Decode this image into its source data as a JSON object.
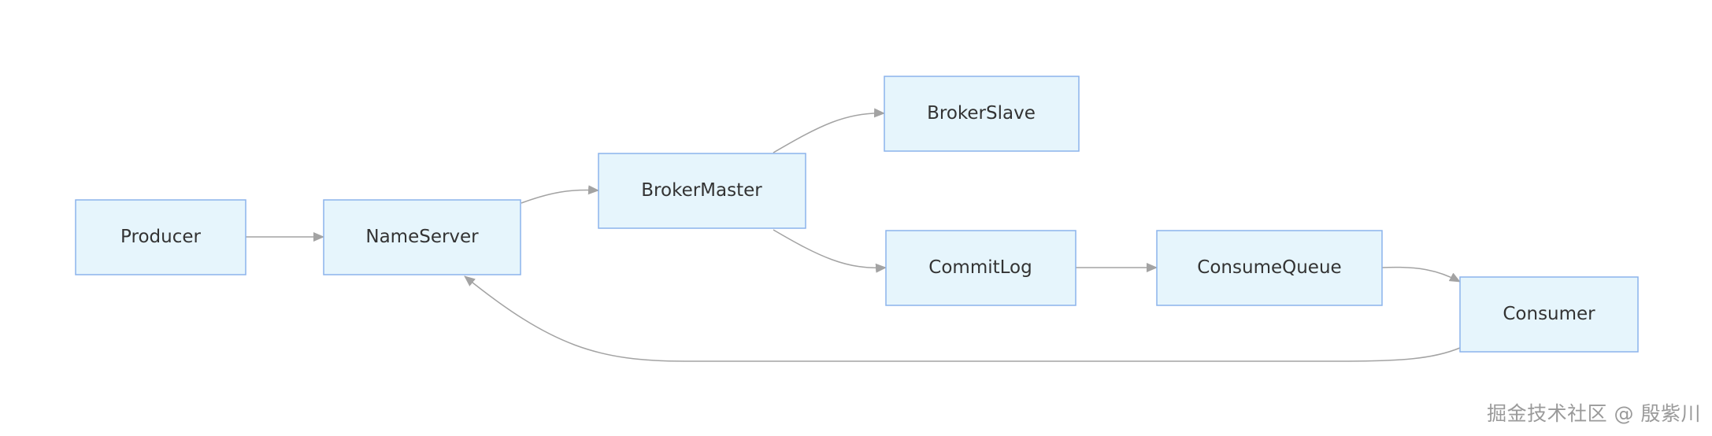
{
  "nodes": {
    "producer": "Producer",
    "nameserver": "NameServer",
    "brokermaster": "BrokerMaster",
    "brokerslave": "BrokerSlave",
    "commitlog": "CommitLog",
    "consumequeue": "ConsumeQueue",
    "consumer": "Consumer"
  },
  "edges": [
    {
      "from": "Producer",
      "to": "NameServer"
    },
    {
      "from": "NameServer",
      "to": "BrokerMaster"
    },
    {
      "from": "BrokerMaster",
      "to": "BrokerSlave"
    },
    {
      "from": "BrokerMaster",
      "to": "CommitLog"
    },
    {
      "from": "CommitLog",
      "to": "ConsumeQueue"
    },
    {
      "from": "ConsumeQueue",
      "to": "Consumer"
    },
    {
      "from": "Consumer",
      "to": "NameServer"
    }
  ],
  "watermark": "掘金技术社区 @ 殷紫川",
  "colors": {
    "node_fill": "#e6f5fc",
    "node_stroke": "#8cb3ec",
    "edge": "#a3a3a3",
    "text": "#333333"
  }
}
